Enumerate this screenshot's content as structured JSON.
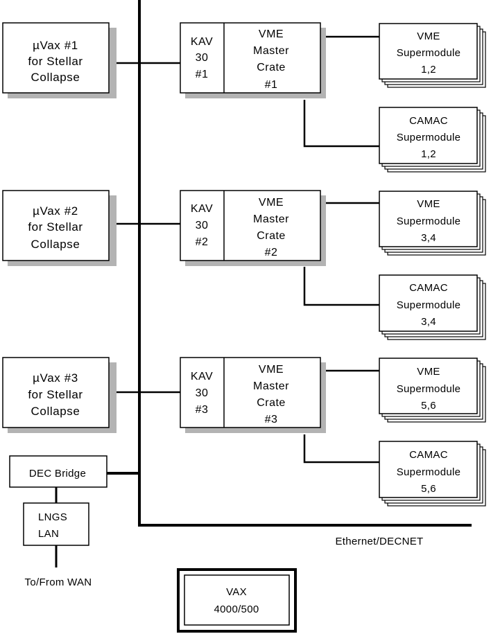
{
  "uvax": [
    {
      "lines": [
        "µVax #1",
        "for Stellar",
        "Collapse"
      ]
    },
    {
      "lines": [
        "µVax #2",
        "for Stellar",
        "Collapse"
      ]
    },
    {
      "lines": [
        "µVax #3",
        "for Stellar",
        "Collapse"
      ]
    }
  ],
  "kav": [
    {
      "lines": [
        "KAV",
        "30",
        "#1"
      ]
    },
    {
      "lines": [
        "KAV",
        "30",
        "#2"
      ]
    },
    {
      "lines": [
        "KAV",
        "30",
        "#3"
      ]
    }
  ],
  "vme_master": [
    {
      "lines": [
        "VME",
        "Master",
        "Crate",
        "#1"
      ]
    },
    {
      "lines": [
        "VME",
        "Master",
        "Crate",
        "#2"
      ]
    },
    {
      "lines": [
        "VME",
        "Master",
        "Crate",
        "#3"
      ]
    }
  ],
  "vme_supermodule": [
    {
      "lines": [
        "VME",
        "Supermodule",
        "1,2"
      ]
    },
    {
      "lines": [
        "VME",
        "Supermodule",
        "3,4"
      ]
    },
    {
      "lines": [
        "VME",
        "Supermodule",
        "5,6"
      ]
    }
  ],
  "camac_supermodule": [
    {
      "lines": [
        "CAMAC",
        "Supermodule",
        "1,2"
      ]
    },
    {
      "lines": [
        "CAMAC",
        "Supermodule",
        "3,4"
      ]
    },
    {
      "lines": [
        "CAMAC",
        "Supermodule",
        "5,6"
      ]
    }
  ],
  "dec_bridge": "DEC Bridge",
  "lngs_lan": [
    "LNGS",
    "LAN"
  ],
  "wan_label": "To/From WAN",
  "ethernet_label": "Ethernet/DECNET",
  "vax": [
    "VAX",
    "4000/500"
  ],
  "colors": {
    "line": "#000000",
    "shadow": "#b3b3b3",
    "box_fill": "#ffffff"
  }
}
